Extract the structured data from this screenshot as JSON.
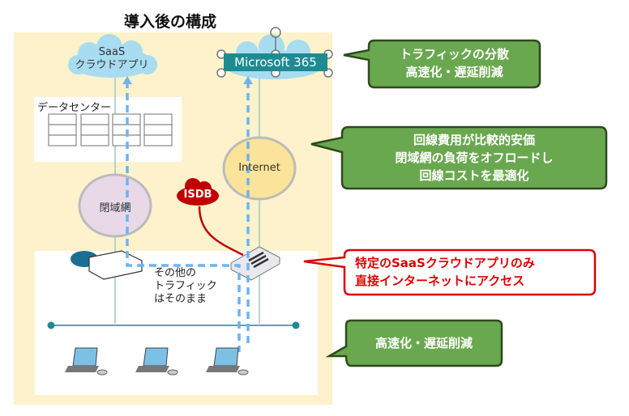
{
  "title": "導入後の構成",
  "nodes": {
    "saas_cloud": {
      "line1": "SaaS",
      "line2": "クラウドアプリ"
    },
    "microsoft365": "Microsoft 365",
    "datacenter": "データセンター",
    "closed_network": "閉域網",
    "internet": "Internet",
    "isdb": "ISDB",
    "other_traffic": [
      "その他の",
      "トラフィック",
      "はそのまま"
    ]
  },
  "callouts": {
    "traffic_distribution": [
      "トラフィックの分散",
      "高速化・遅延削減"
    ],
    "cost": [
      "回線費用が比較的安価",
      "閉域網の負荷をオフロードし",
      "回線コストを最適化"
    ],
    "direct_access": [
      "特定のSaaSクラウドアプリのみ",
      "直接インターネットにアクセス"
    ],
    "speedup": [
      "高速化・遅延削減"
    ]
  },
  "colors": {
    "panel_bg": "#fdf2cc",
    "callout_green": "#6aa84f",
    "callout_green_border": "#2e4a1e",
    "callout_red_border": "#e00000",
    "dashed_blue": "#6cb4f0",
    "teal": "#1e8a91",
    "cloud_blue": "#a8dcf0",
    "closed_net_fill": "#e8d8e8",
    "internet_fill": "#fbe49a",
    "isdb_red": "#c00000"
  }
}
